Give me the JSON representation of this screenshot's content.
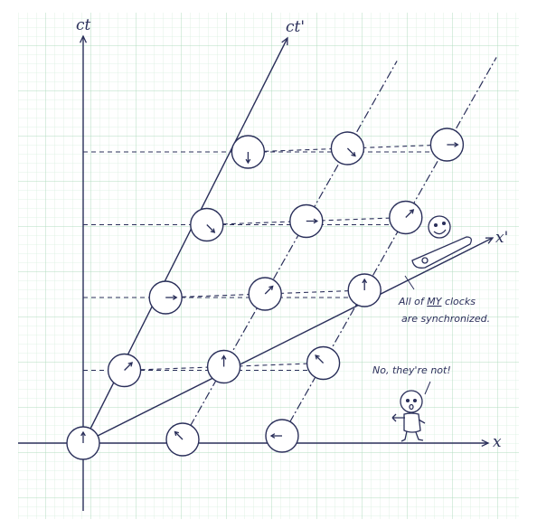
{
  "axes": {
    "ct": "ct",
    "ct_prime": "ct'",
    "x": "x",
    "x_prime": "x'"
  },
  "speech": {
    "rider": "All of MY clocks are synchronized.",
    "rider_line1_pre": "All of ",
    "rider_line1_emph": "MY",
    "rider_line1_post": " clocks",
    "rider_line2": "are synchronized.",
    "observer": "No, they're not!"
  },
  "colors": {
    "ink": "#2a2f5a",
    "grid_minor": "#d9efe0",
    "grid_major": "#b3dcc0",
    "paper": "#ffffff"
  },
  "clocks": [
    {
      "row": 0,
      "col": 0,
      "hand": "up"
    },
    {
      "row": 0,
      "col": 1,
      "hand": "upper-left"
    },
    {
      "row": 0,
      "col": 2,
      "hand": "left"
    },
    {
      "row": 1,
      "col": 0,
      "hand": "upper-right"
    },
    {
      "row": 1,
      "col": 1,
      "hand": "up"
    },
    {
      "row": 1,
      "col": 2,
      "hand": "upper-left"
    },
    {
      "row": 2,
      "col": 0,
      "hand": "right"
    },
    {
      "row": 2,
      "col": 1,
      "hand": "upper-right"
    },
    {
      "row": 2,
      "col": 2,
      "hand": "up"
    },
    {
      "row": 3,
      "col": 0,
      "hand": "lower-right"
    },
    {
      "row": 3,
      "col": 1,
      "hand": "right"
    },
    {
      "row": 3,
      "col": 2,
      "hand": "upper-right"
    },
    {
      "row": 4,
      "col": 0,
      "hand": "down"
    },
    {
      "row": 4,
      "col": 1,
      "hand": "lower-right"
    },
    {
      "row": 4,
      "col": 2,
      "hand": "right"
    }
  ]
}
